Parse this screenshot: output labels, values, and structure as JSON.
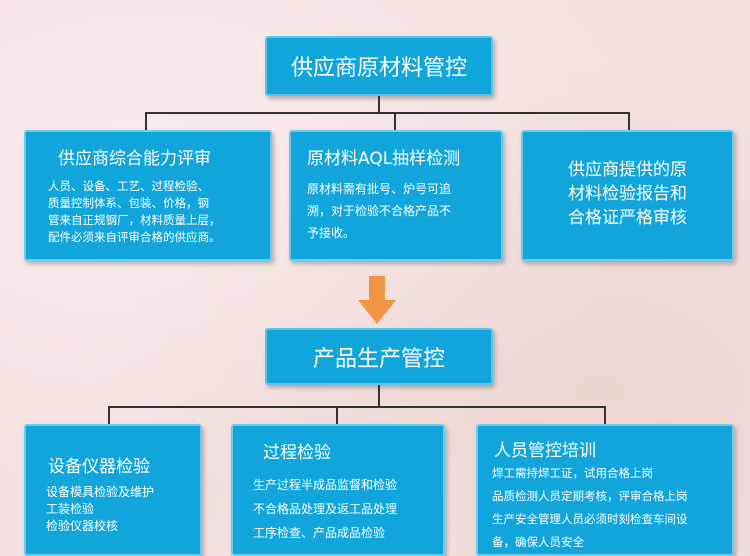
{
  "top": {
    "title": "供应商原材料管控",
    "cards": [
      {
        "title": "供应商综合能力评审",
        "lines": [
          "人员、设备、工艺、过程检验、",
          "质量控制体系、包装、价格，钢",
          "管来自正规钢厂，材料质量上层，",
          "配件必须来自评审合格的供应商。"
        ]
      },
      {
        "title": "原材料AQL抽样检测",
        "lines": [
          "原材料需有批号、炉号可追",
          "溯，对于检验不合格产品不",
          "予接收。"
        ]
      },
      {
        "lines": [
          "供应商提供的原",
          "材料检验报告和",
          "合格证严格审核"
        ]
      }
    ]
  },
  "bottom": {
    "title": "产品生产管控",
    "cards": [
      {
        "title": "设备仪器检验",
        "lines": [
          "设备模具检验及维护",
          "工装检验",
          "检验仪器校核"
        ]
      },
      {
        "title": "过程检验",
        "lines": [
          "生产过程半成品监督和检验",
          "不合格品处理及返工品处理",
          "工序检查、产品成品检验"
        ]
      },
      {
        "title": "人员管控培训",
        "lines": [
          "焊工需持焊工证，试用合格上岗",
          "品质检测人员定期考核，评审合格上岗",
          "生产安全管理人员必须时刻检查车间设",
          "备，确保人员安全"
        ]
      }
    ]
  },
  "colors": {
    "box": "#12a5dc",
    "arrow": "#f29545",
    "connector": "#333333"
  }
}
